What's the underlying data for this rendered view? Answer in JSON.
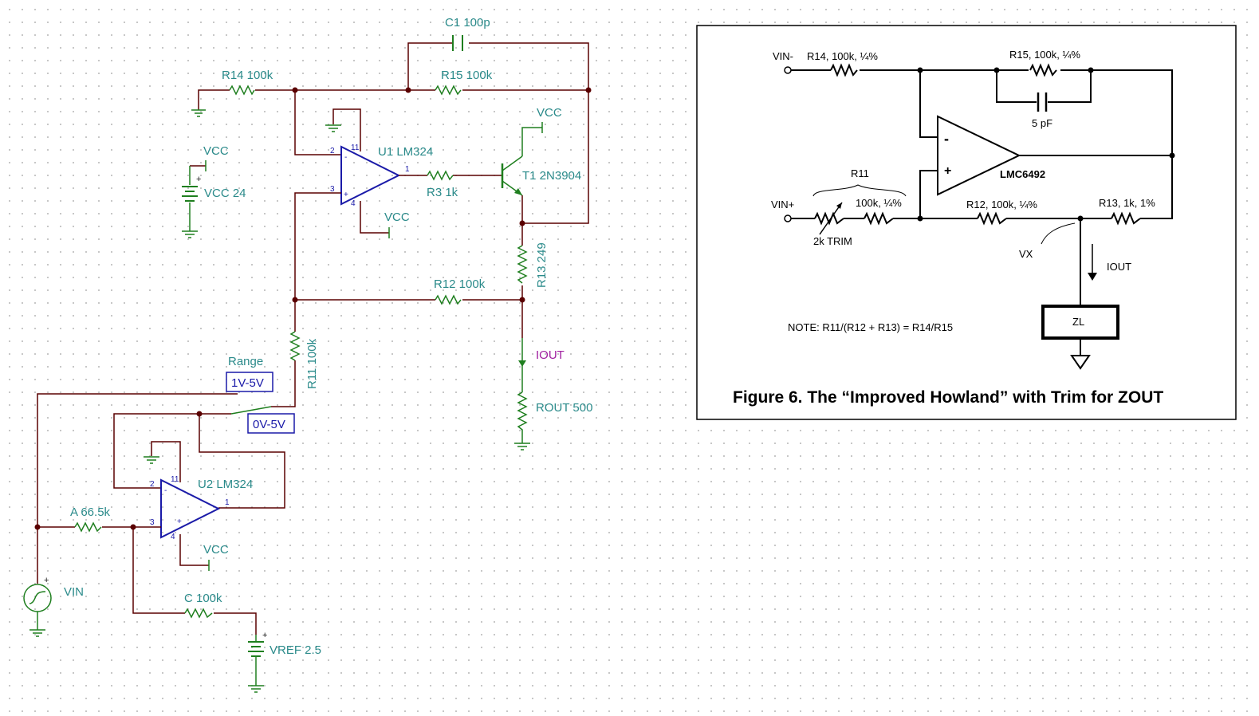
{
  "schematic": {
    "labels": {
      "c1": "C1 100p",
      "r14": "R14 100k",
      "r15": "R15 100k",
      "vcc_top": "VCC",
      "vcc_batt_label": "VCC",
      "vcc_batt": "VCC 24",
      "u1": "U1 LM324",
      "t1": "T1 2N3904",
      "r3": "R3 1k",
      "vcc_u1": "VCC",
      "r13": "R13 249",
      "r12": "R12 100k",
      "r11": "R11 100k",
      "iout": "IOUT",
      "rout": "ROUT 500",
      "range": "Range",
      "sw_1v5v": "1V-5V",
      "sw_0v5v": "0V-5V",
      "u2": "U2 LM324",
      "ra": "A 66.5k",
      "vcc_u2": "VCC",
      "vin": "VIN",
      "rc": "C 100k",
      "vref": "VREF 2.5"
    },
    "pins": {
      "minus": "-",
      "plus": "+",
      "p1": "1",
      "p2": "2",
      "p3": "3",
      "p4": "4",
      "p11": "11",
      "batt_plus": "+"
    },
    "colors": {
      "wire": "#5a0000",
      "label": "#2a8a8a",
      "opamp": "#1a1aa8",
      "iout_label": "#a020a0",
      "transistor": "#1f7f1f"
    }
  },
  "figure": {
    "vin_minus": "VIN-",
    "vin_plus": "VIN+",
    "r14": "R14, 100k, ¼%",
    "r15": "R15, 100k, ¼%",
    "c": "5 pF",
    "r11": "R11",
    "r11_val": "100k, ¼%",
    "trim": "2k TRIM",
    "r12": "R12, 100k, ¼%",
    "r13": "R13, 1k, 1%",
    "opamp": "LMC6492",
    "minus": "-",
    "plus": "+",
    "vx": "VX",
    "iout": "IOUT",
    "zl": "ZL",
    "note": "NOTE: R11/(R12 + R13) = R14/R15",
    "caption": "Figure 6. The “Improved Howland” with Trim for ZOUT"
  }
}
